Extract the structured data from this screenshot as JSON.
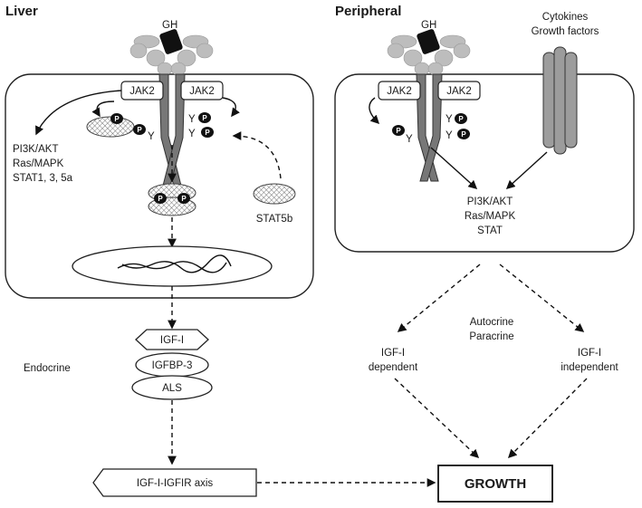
{
  "headings": {
    "liver": "Liver",
    "peripheral": "Peripheral"
  },
  "liver": {
    "gh": "GH",
    "jak_left": "JAK2",
    "jak_right": "JAK2",
    "pathways": [
      "PI3K/AKT",
      "Ras/MAPK",
      "STAT1, 3, 5a"
    ],
    "stat5b": "STAT5b",
    "p": "P",
    "y": "Y"
  },
  "circulation": {
    "endocrine": "Endocrine",
    "igf1": "IGF-I",
    "igfbp3": "IGFBP-3",
    "als": "ALS",
    "axis": "IGF-I-IGFIR axis"
  },
  "peripheral": {
    "gh": "GH",
    "cytokines": [
      "Cytokines",
      "Growth factors"
    ],
    "jak_left": "JAK2",
    "jak_right": "JAK2",
    "pathways": [
      "PI3K/AKT",
      "Ras/MAPK",
      "STAT"
    ],
    "autocrine": [
      "Autocrine",
      "Paracrine"
    ],
    "dependent": [
      "IGF-I",
      "dependent"
    ],
    "independent": [
      "IGF-I",
      "independent"
    ]
  },
  "growth": "GROWTH"
}
